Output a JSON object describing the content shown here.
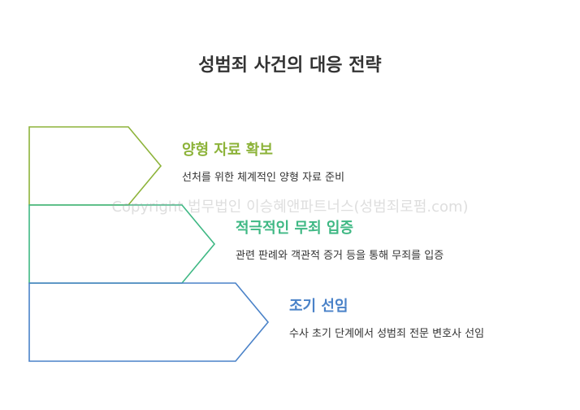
{
  "title": "성범죄 사건의 대응 전략",
  "watermark": "Copyright 법무법인 이승혜앤파트너스(성범죄로펌.com)",
  "steps": [
    {
      "title": "양형 자료 확보",
      "description": "선처를 위한 체계적인 양형 자료 준비",
      "color": "#8db33a"
    },
    {
      "title": "적극적인 무죄 입증",
      "description": "관련 판례와 객관적 증거 등을 통해 무죄를 입증",
      "color": "#3fb884"
    },
    {
      "title": "조기 선임",
      "description": "수사 초기 단계에서 성범죄 전문 변호사 선임",
      "color": "#4a82c8"
    }
  ]
}
